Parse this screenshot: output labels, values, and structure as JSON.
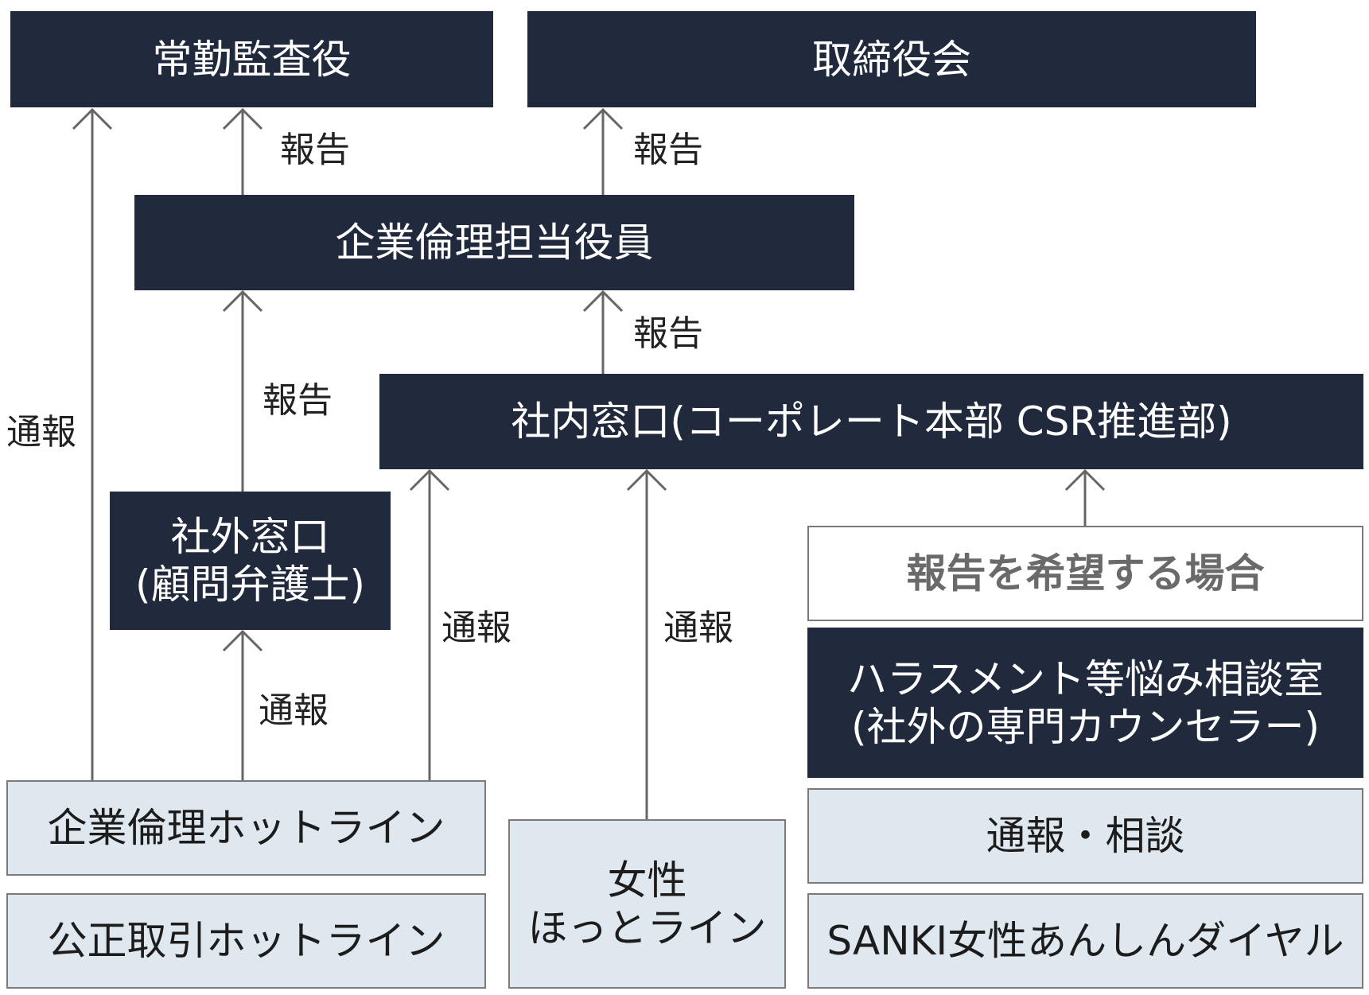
{
  "boxes": {
    "auditor": "常勤監査役",
    "board": "取締役会",
    "ethics_officer": "企業倫理担当役員",
    "internal_window": "社内窓口(コーポレート本部 CSR推進部)",
    "external_window_line1": "社外窓口",
    "external_window_line2": "(顧問弁護士)",
    "report_if_desired": "報告を希望する場合",
    "harassment_line1": "ハラスメント等悩み相談室",
    "harassment_line2": "(社外の専門カウンセラー)",
    "ethics_hotline": "企業倫理ホットライン",
    "fair_trade_hotline": "公正取引ホットライン",
    "women_line1": "女性",
    "women_line2": "ほっとライン",
    "report_consult": "通報・相談",
    "sanki_dial": "SANKI女性あんしんダイヤル"
  },
  "labels": {
    "report": "報告",
    "notify": "通報"
  }
}
